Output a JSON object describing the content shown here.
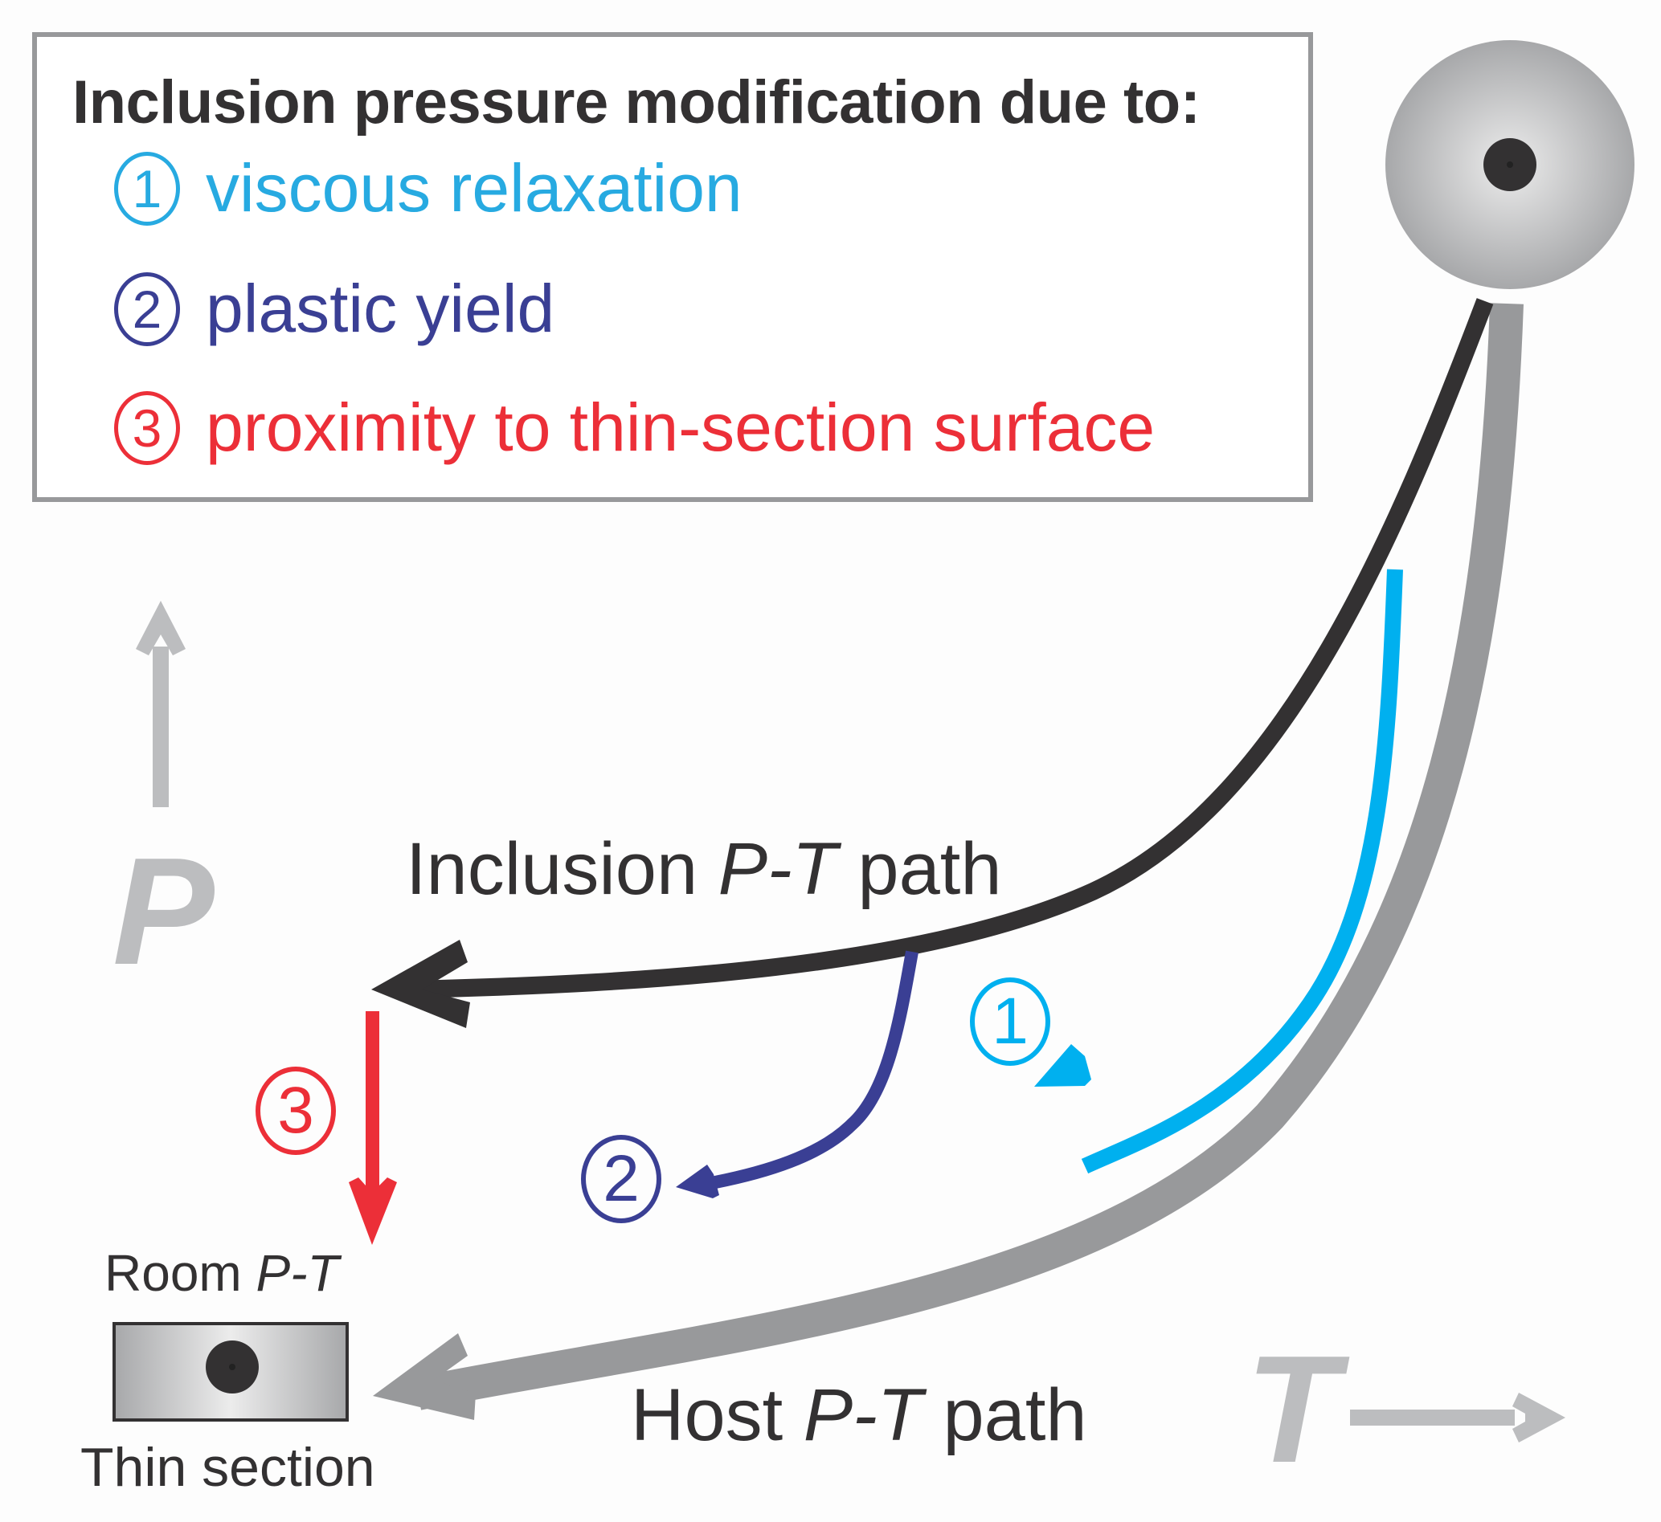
{
  "legend": {
    "title": "Inclusion pressure modification due to:",
    "items": [
      {
        "number": "1",
        "text": "viscous relaxation",
        "color": "#27aae1"
      },
      {
        "number": "2",
        "text": "plastic yield",
        "color": "#3a3f94"
      },
      {
        "number": "3",
        "text": "proximity to thin-section surface",
        "color": "#ec2f38"
      }
    ]
  },
  "paths": {
    "inclusion": {
      "label_pre": "Inclusion ",
      "label_italic": "P-T",
      "label_post": " path",
      "color": "#333132"
    },
    "host": {
      "label_pre": "Host ",
      "label_italic": "P-T",
      "label_post": " path",
      "color": "#98999b"
    },
    "viscous": {
      "marker": "1",
      "color": "#00b0ef"
    },
    "plastic": {
      "marker": "2",
      "color": "#3a3f94"
    },
    "proximity": {
      "marker": "3",
      "color": "#ec2f38"
    }
  },
  "axes": {
    "pressure_label": "P",
    "temperature_label": "T",
    "axis_color": "#bcbdbf"
  },
  "room": {
    "label_pre": "Room ",
    "label_italic": "P-T",
    "caption": "Thin section"
  },
  "colors": {
    "text": "#333132",
    "box_border": "#98999b",
    "host_grain_edge": "#a7a8aa",
    "host_grain_center": "#ececec",
    "inclusion_fill": "#333132"
  }
}
